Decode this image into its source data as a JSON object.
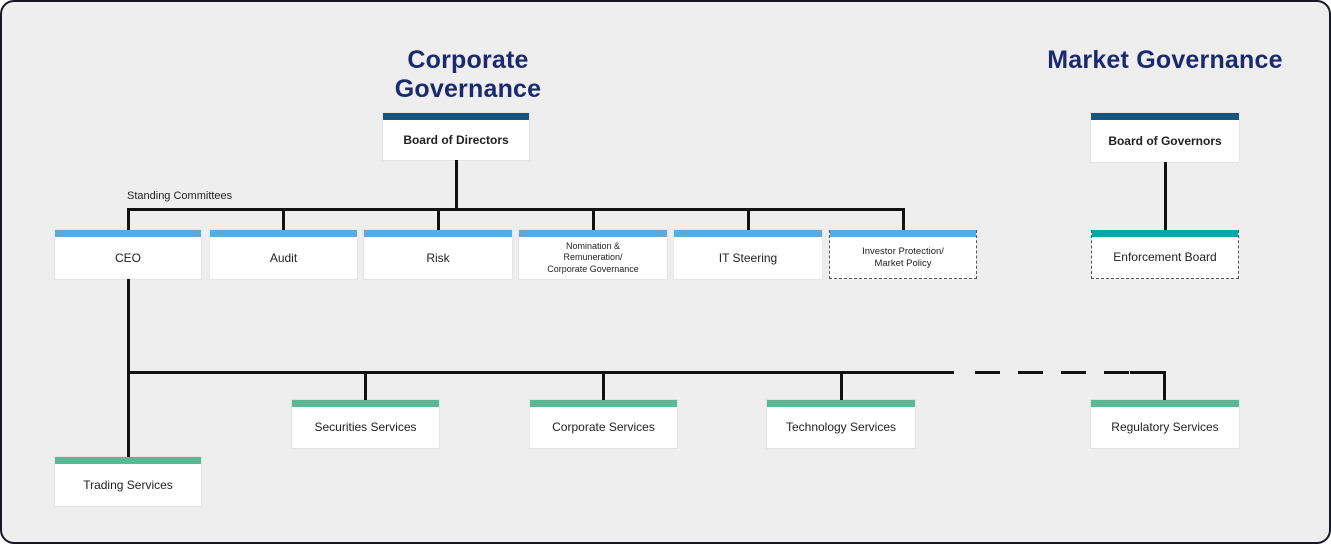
{
  "sections": {
    "corporate": {
      "title": "Corporate Governance"
    },
    "market": {
      "title": "Market Governance"
    }
  },
  "labels": {
    "standing_committees": "Standing Committees"
  },
  "colors": {
    "background": "#eeeeee",
    "title_navy": "#1b2a6e",
    "bar_dark_blue": "#14587f",
    "bar_light_blue": "#5fa8db",
    "bar_teal": "#06a7ab",
    "bar_green": "#5bb795",
    "connector_black": "#111111"
  },
  "nodes": {
    "board_of_directors": {
      "label": "Board of Directors",
      "bar": "dark_blue",
      "section": "corporate"
    },
    "board_of_governors": {
      "label": "Board of Governors",
      "bar": "dark_blue",
      "section": "market"
    },
    "ceo": {
      "label": "CEO",
      "bar": "light_blue",
      "section": "corporate"
    },
    "audit": {
      "label": "Audit",
      "bar": "light_blue",
      "section": "corporate"
    },
    "risk": {
      "label": "Risk",
      "bar": "light_blue",
      "section": "corporate"
    },
    "nomination": {
      "label": "Nomination &\nRemuneration/\nCorporate Governance",
      "bar": "light_blue",
      "section": "corporate"
    },
    "it_steering": {
      "label": "IT Steering",
      "bar": "light_blue",
      "section": "corporate"
    },
    "investor_protection": {
      "label": "Investor Protection/\nMarket Policy",
      "bar": "light_blue",
      "section": "corporate",
      "style": "dashed"
    },
    "enforcement_board": {
      "label": "Enforcement Board",
      "bar": "teal",
      "section": "market",
      "style": "dashed"
    },
    "trading_services": {
      "label": "Trading Services",
      "bar": "green",
      "section": "corporate"
    },
    "securities_services": {
      "label": "Securities Services",
      "bar": "green",
      "section": "corporate"
    },
    "corporate_services": {
      "label": "Corporate Services",
      "bar": "green",
      "section": "corporate"
    },
    "technology_services": {
      "label": "Technology Services",
      "bar": "green",
      "section": "corporate"
    },
    "regulatory_services": {
      "label": "Regulatory Services",
      "bar": "green",
      "section": "market"
    }
  },
  "hierarchy": {
    "corporate": {
      "root": "board_of_directors",
      "standing_committees": [
        "ceo",
        "audit",
        "risk",
        "nomination",
        "it_steering",
        "investor_protection"
      ],
      "ceo_reports": [
        "trading_services",
        "securities_services",
        "corporate_services",
        "technology_services"
      ]
    },
    "market": {
      "root": "board_of_governors",
      "children": [
        "enforcement_board"
      ],
      "linked_service": "regulatory_services"
    }
  }
}
